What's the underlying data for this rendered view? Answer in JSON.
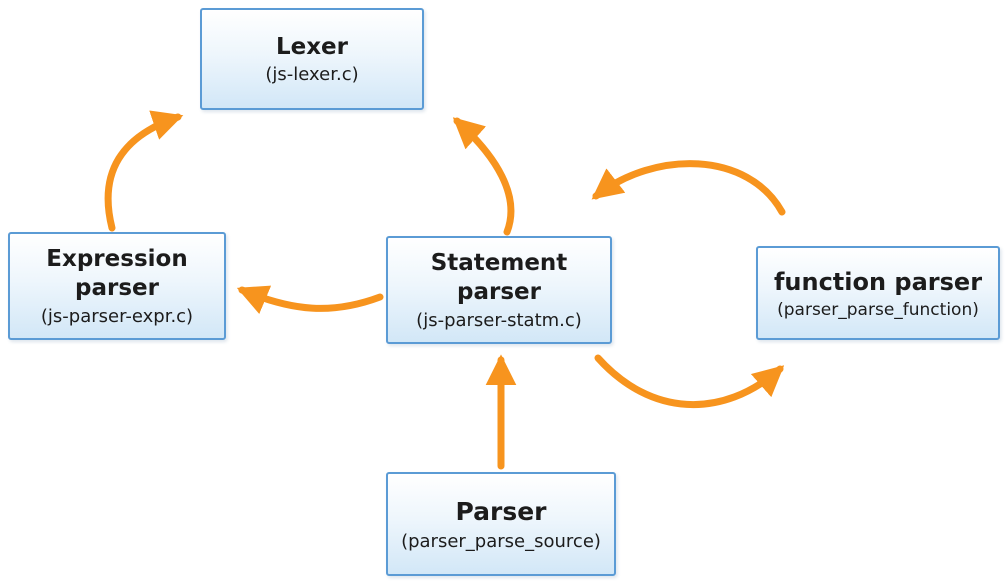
{
  "diagram": {
    "accent_color": "#F7941E",
    "box_border_color": "#5B9BD5",
    "nodes": {
      "lexer": {
        "title": "Lexer",
        "subtitle": "(js-lexer.c)"
      },
      "expression_parser": {
        "title": "Expression\nparser",
        "subtitle": "(js-parser-expr.c)"
      },
      "statement_parser": {
        "title": "Statement\nparser",
        "subtitle": "(js-parser-statm.c)"
      },
      "function_parser": {
        "title": "function parser",
        "subtitle": "(parser_parse_function)"
      },
      "parser": {
        "title": "Parser",
        "subtitle": "(parser_parse_source)"
      }
    },
    "edges": [
      {
        "from": "expression_parser",
        "to": "lexer"
      },
      {
        "from": "statement_parser",
        "to": "lexer"
      },
      {
        "from": "statement_parser",
        "to": "expression_parser"
      },
      {
        "from": "statement_parser",
        "to": "function_parser"
      },
      {
        "from": "function_parser",
        "to": "statement_parser"
      },
      {
        "from": "parser",
        "to": "statement_parser"
      }
    ]
  }
}
